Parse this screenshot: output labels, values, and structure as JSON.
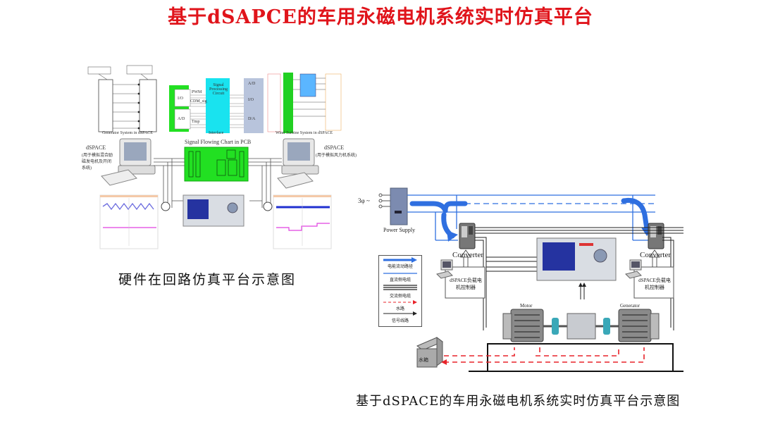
{
  "title": "基于dSAPCE的车用永磁电机系统实时仿真平台",
  "left_figure": {
    "caption": "硬件在回路仿真平台示意图",
    "generator_panel_label": "Generator System in dSPACE",
    "interface_label": "Interface",
    "signal_processing_label": "Signal Processing Circuit",
    "pcb_label": "Signal Flowing Chart in PCB",
    "wind_panel_label": "Wind Turbine System in dSPACE",
    "left_pc": {
      "title": "dSPACE",
      "subtitle": "(用于模拟混合励磁发电机及开闭系统)"
    },
    "right_pc": {
      "title": "dSPACE",
      "subtitle": "(用于模拟风力机系统)"
    },
    "interface_ports_left": [
      "I/O",
      "A/D"
    ],
    "interface_ports_right": [
      "A/D",
      "I/O",
      "D/A"
    ],
    "signals": [
      "PWM",
      "CDM_sig",
      "Tmp"
    ]
  },
  "right_figure": {
    "caption": "基于dSPACE的车用永磁电机系统实时仿真平台示意图",
    "source_label": "3φ ~",
    "power_supply_label": "Power Supply",
    "converter_left_label": "Converter",
    "converter_right_label": "Converter",
    "controller_left_label": "dSPACE负载电机控制器",
    "controller_right_label": "dSPACE负载电机控制器",
    "motor_label": "Motor",
    "generator_label": "Generator",
    "water_tank_label": "水箱",
    "legend": [
      {
        "label": "电能流动路径",
        "style": "thick-blue-arrow"
      },
      {
        "label": "直流侧电缆",
        "style": "blue-line"
      },
      {
        "label": "交流侧电缆",
        "style": "triple-black-line"
      },
      {
        "label": "水路",
        "style": "red-dashed-arrow"
      },
      {
        "label": "信号线路",
        "style": "black-arrow"
      }
    ]
  },
  "colors": {
    "title_red": "#e0141b",
    "power_blue": "#2f6fe0",
    "water_red": "#e8232a",
    "pcb_green": "#22e022",
    "spc_cyan": "#19e3ef"
  }
}
